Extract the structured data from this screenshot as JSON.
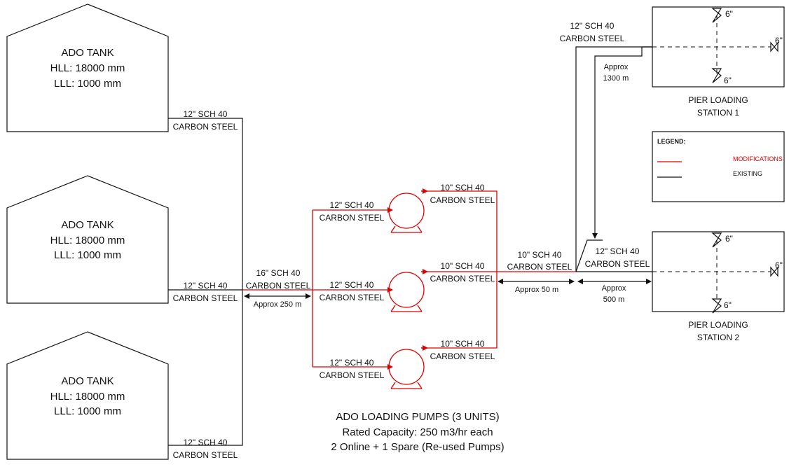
{
  "tanks": [
    {
      "name": "ADO TANK",
      "hll": "HLL: 18000 mm",
      "lll": "LLL: 1000 mm",
      "pipe_size": "12\" SCH 40",
      "pipe_mat": "CARBON STEEL"
    },
    {
      "name": "ADO TANK",
      "hll": "HLL: 18000 mm",
      "lll": "LLL: 1000 mm",
      "pipe_size": "12\" SCH 40",
      "pipe_mat": "CARBON STEEL"
    },
    {
      "name": "ADO TANK",
      "hll": "HLL: 18000 mm",
      "lll": "LLL: 1000 mm",
      "pipe_size": "12\" SCH 40",
      "pipe_mat": "CARBON STEEL"
    }
  ],
  "header": {
    "size": "16\" SCH 40",
    "mat": "CARBON STEEL",
    "dist": "Approx 250 m"
  },
  "pumps": [
    {
      "suction_size": "12\" SCH 40",
      "suction_mat": "CARBON STEEL",
      "discharge_size": "10\" SCH 40",
      "discharge_mat": "CARBON STEEL"
    },
    {
      "suction_size": "12\" SCH 40",
      "suction_mat": "CARBON STEEL",
      "discharge_size": "10\" SCH 40",
      "discharge_mat": "CARBON STEEL"
    },
    {
      "suction_size": "12\" SCH 40",
      "suction_mat": "CARBON STEEL",
      "discharge_size": "10\" SCH 40",
      "discharge_mat": "CARBON STEEL"
    }
  ],
  "discharge_header": {
    "size": "10\" SCH 40",
    "mat": "CARBON STEEL",
    "dist": "Approx 50 m"
  },
  "pump_caption": {
    "line1": "ADO LOADING PUMPS (3 UNITS)",
    "line2": "Rated Capacity: 250 m3/hr each",
    "line3": "2 Online + 1 Spare (Re-used Pumps)"
  },
  "to_station1": {
    "size": "12\" SCH 40",
    "mat": "CARBON STEEL",
    "dist1": "Approx",
    "dist2": "1300 m"
  },
  "to_station2": {
    "size": "12\" SCH 40",
    "mat": "CARBON STEEL",
    "dist1": "Approx",
    "dist2": "500 m"
  },
  "stations": [
    {
      "line1": "PIER LOADING",
      "line2": "STATION 1",
      "valve": "6\""
    },
    {
      "line1": "PIER LOADING",
      "line2": "STATION 2",
      "valve": "6\""
    }
  ],
  "legend": {
    "title": "LEGEND:",
    "modifications": "MODIFICATIONS",
    "existing": "EXISTING"
  },
  "colors": {
    "modification": "#e00000",
    "existing": "#111111"
  }
}
